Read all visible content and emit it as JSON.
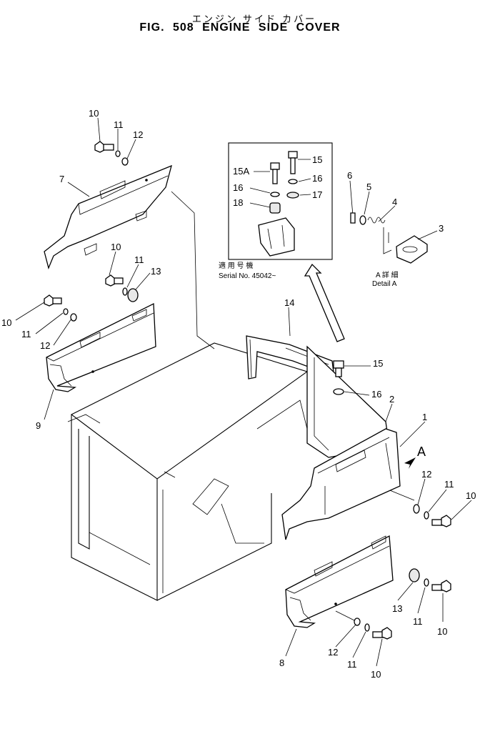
{
  "figure": {
    "title_jp": "エンジン サイド カバー",
    "title_en": "FIG. 508  ENGINE  SIDE  COVER"
  },
  "inset": {
    "serial_jp": "適 用 号 機",
    "serial_en": "Serial No. 45042~"
  },
  "detail": {
    "label_jp": "A 詳 細",
    "label_en": "Detail A",
    "arrow_label": "A"
  },
  "callouts": {
    "c1": "1",
    "c2": "2",
    "c3": "3",
    "c4": "4",
    "c5": "5",
    "c6": "6",
    "c7": "7",
    "c8": "8",
    "c9": "9",
    "c10a": "10",
    "c10b": "10",
    "c10c": "10",
    "c10d": "10",
    "c10e": "10",
    "c10f": "10",
    "c11a": "11",
    "c11b": "11",
    "c11c": "11",
    "c11d": "11",
    "c11e": "11",
    "c11f": "11",
    "c12a": "12",
    "c12b": "12",
    "c12c": "12",
    "c12d": "12",
    "c13a": "13",
    "c13b": "13",
    "c14": "14",
    "c15a": "15",
    "c15b": "15",
    "c15A": "15A",
    "c16a": "16",
    "c16b": "16",
    "c16c": "16",
    "c17": "17",
    "c18": "18"
  },
  "icons": [
    "bolt",
    "washer",
    "spring-washer",
    "spacer",
    "engine-block",
    "side-cover",
    "bracket",
    "latch"
  ]
}
